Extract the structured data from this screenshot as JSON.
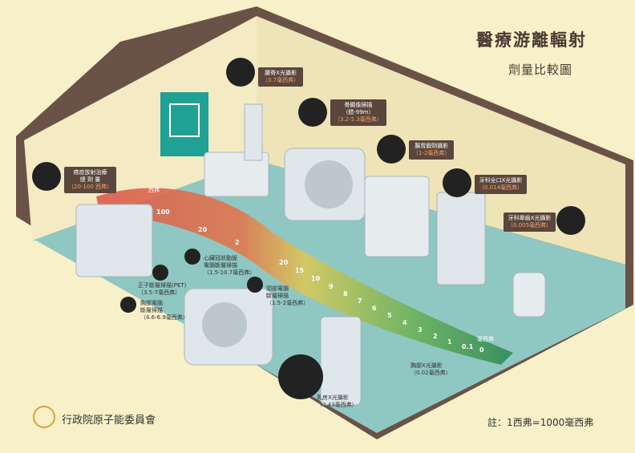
{
  "header": {
    "title": "醫療游離輻射",
    "subtitle": "劑量比較圖"
  },
  "footer": {
    "org": "行政院原子能委員會",
    "note": "註：1西弗=1000毫西弗"
  },
  "units": {
    "sievert": "西弗",
    "millisievert": "毫西弗"
  },
  "scale": {
    "sievert_ticks": [
      "100",
      "20",
      "2"
    ],
    "millisievert_ticks": [
      "20",
      "15",
      "10",
      "9",
      "8",
      "7",
      "6",
      "5",
      "4",
      "3",
      "2",
      "1",
      "0.1",
      "0"
    ]
  },
  "procedures": {
    "lumbar": {
      "name": "腰脊X光攝影",
      "dose": "（3.7毫西弗）"
    },
    "bone_scan": {
      "name": "骨顯像掃描",
      "sub": "（鎝-99m）",
      "dose": "（3.2-5.3毫西弗）"
    },
    "gi": {
      "name": "腸胃鋇劑攝影",
      "dose": "（1-2毫西弗）"
    },
    "dental_pano": {
      "name": "牙科全口X光攝影",
      "dose": "（0.014毫西弗）"
    },
    "dental_single": {
      "name": "牙科單齒X光攝影",
      "dose": "（0.005毫西弗）"
    },
    "radiotherapy": {
      "name": "癌症放射治療",
      "sub": "總 劑 量",
      "dose": "（20-100 西弗）"
    },
    "pet": {
      "name": "正子斷層掃描(PET)",
      "dose": "（3.5-7毫西弗）"
    },
    "cardiac_ct": {
      "name": "心臟冠狀動脈",
      "sub": "電腦斷層掃描",
      "dose": "（1.5-10.7毫西弗）"
    },
    "head_ct": {
      "name": "頭部電腦",
      "sub": "斷層掃描",
      "dose": "（1.5-2毫西弗）"
    },
    "chest_ct": {
      "name": "胸部電腦",
      "sub": "斷層掃描",
      "dose": "（4.6-6.9毫西弗）"
    },
    "mammo": {
      "name": "乳房X光攝影",
      "dose": "（0.43毫西弗）"
    },
    "chest_xray": {
      "name": "胸部X光攝影",
      "dose": "（0.02毫西弗）"
    }
  },
  "colors": {
    "background": "#f7f0c8",
    "floor": "#8fc7c2",
    "wall": "#f4ebc4",
    "label_bg": "#5a463c",
    "dose_text": "#f0a26a",
    "sign": "#1fa195",
    "gradient_high": "#d95a4e",
    "gradient_low": "#2d8a57"
  }
}
